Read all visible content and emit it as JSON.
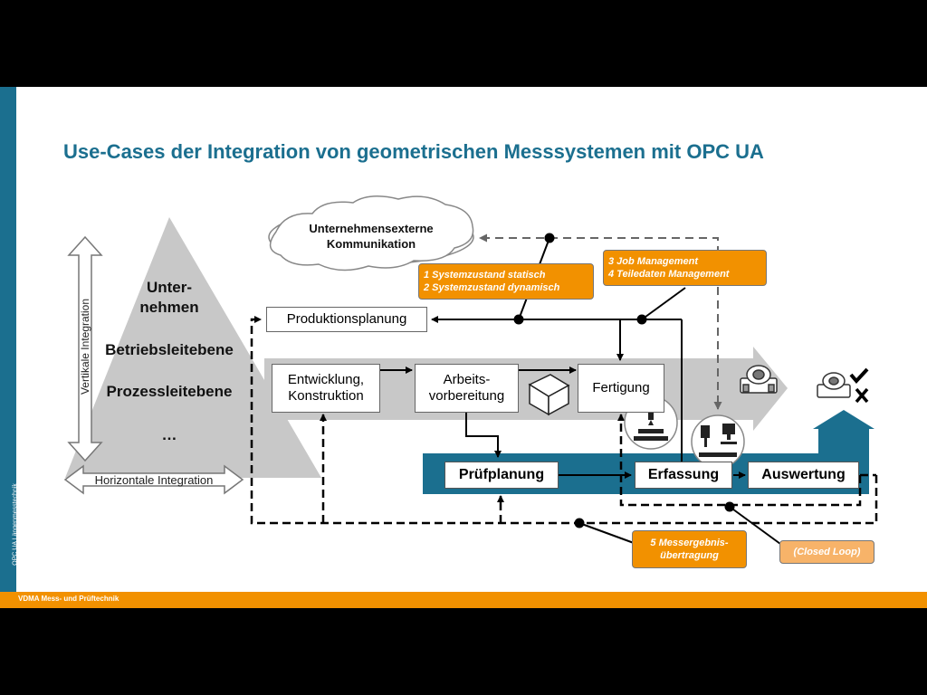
{
  "slide": {
    "title": "Use-Cases der Integration von geometrischen Messsystemen mit OPC UA",
    "sidebar_text": "OPC UA Längenmesstechnik",
    "footer_text": "VDMA Mess- und Prüftechnik"
  },
  "pyramid": {
    "vertical_label": "Vertikale Integration",
    "horizontal_label": "Horizontale Integration",
    "levels": [
      "Unter-\nnehmen",
      "Betriebsleitebene",
      "Prozessleitebene",
      "…"
    ]
  },
  "cloud": {
    "label": "Unternehmensexterne\nKommunikation"
  },
  "nodes": {
    "produktionsplanung": "Produktionsplanung",
    "entwicklung": "Entwicklung,\nKonstruktion",
    "arbeitsvorbereitung": "Arbeits-\nvorbereitung",
    "fertigung": "Fertigung",
    "pruefplanung": "Prüfplanung",
    "erfassung": "Erfassung",
    "auswertung": "Auswertung"
  },
  "use_cases": {
    "systemzustand": "1 Systemzustand statisch\n2 Systemzustand dynamisch",
    "job_management": "3 Job Management\n4 Teiledaten Management",
    "messergebnis": "5 Messergebnis-\nübertragung",
    "closed_loop": "(Closed Loop)"
  },
  "colors": {
    "accent_blue": "#1b6f8f",
    "accent_orange": "#f29100",
    "grey_shape": "#c8c8c8"
  },
  "icons": [
    "raw-part-cube-icon",
    "cnc-machine-icon",
    "measuring-machine-icon",
    "part-icon",
    "inspected-part-check-icon"
  ]
}
